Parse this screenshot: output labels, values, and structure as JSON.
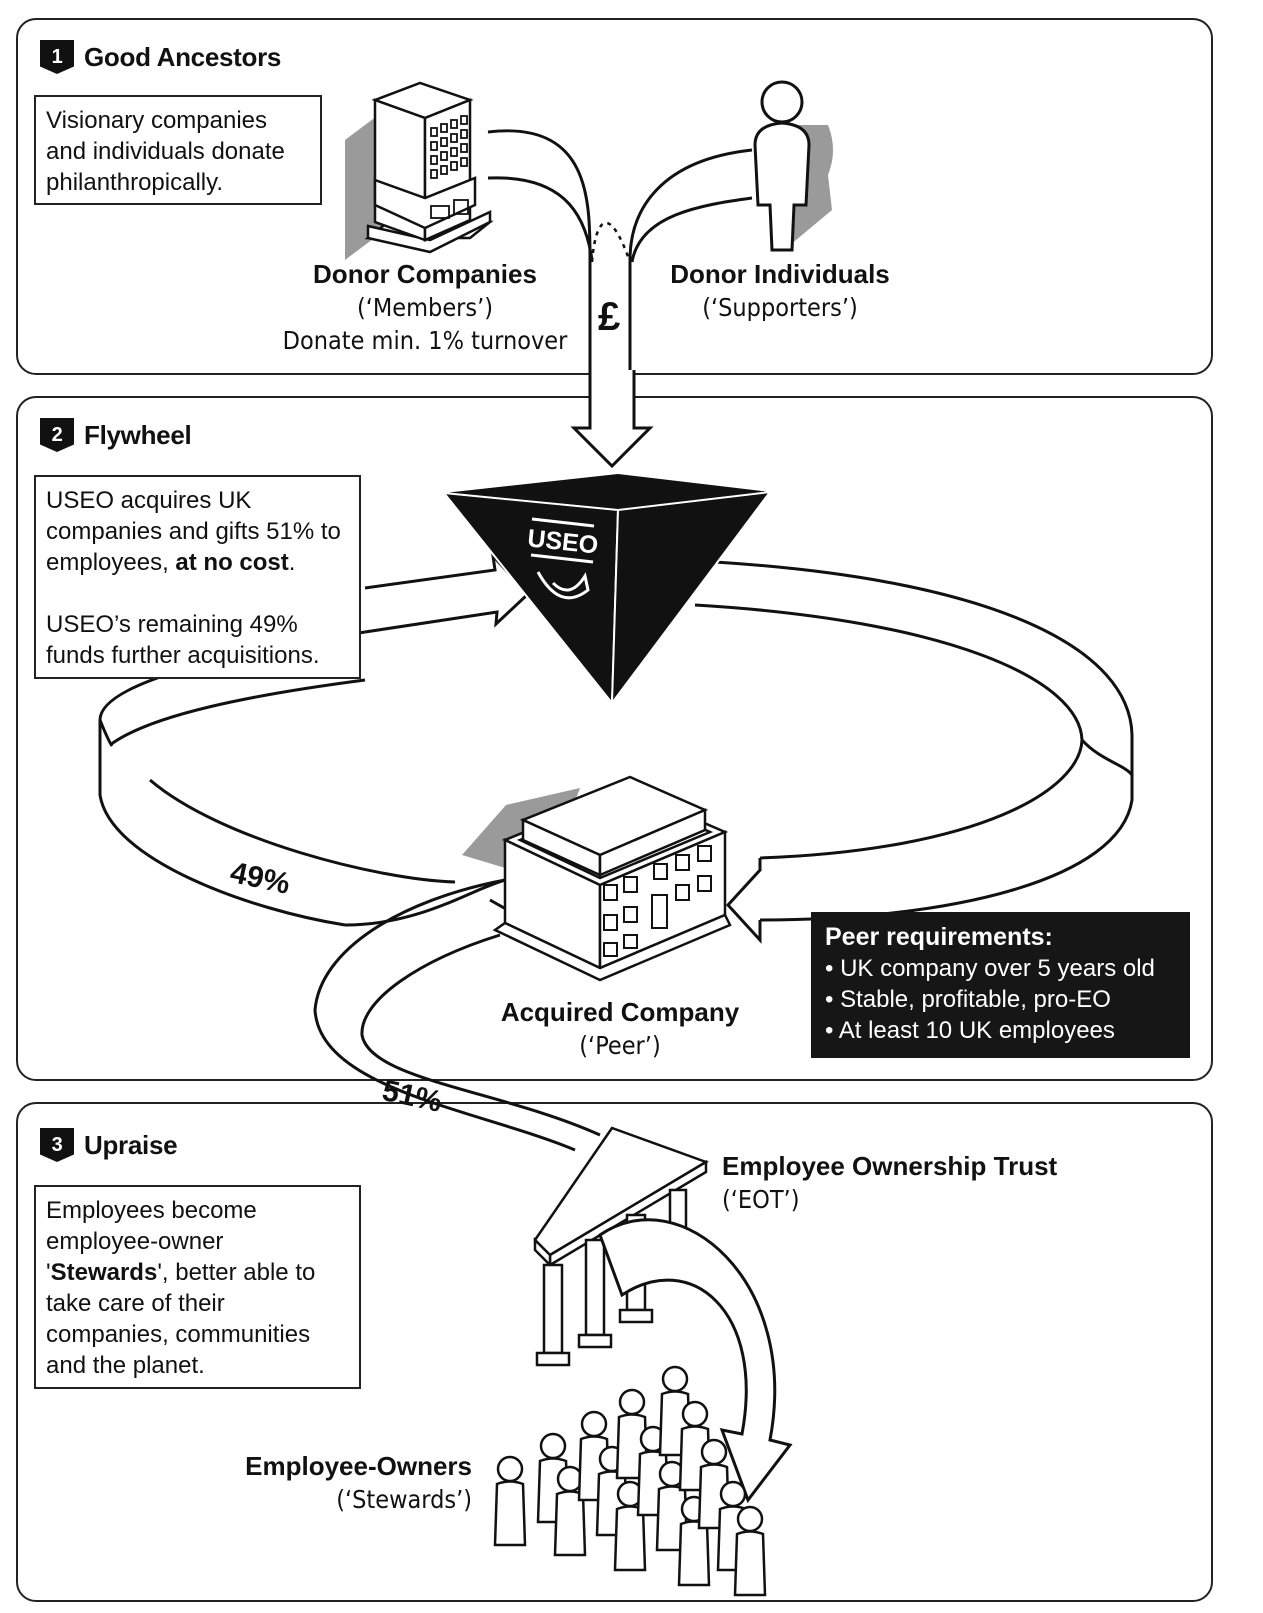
{
  "sections": [
    {
      "number": "1",
      "title": "Good Ancestors",
      "description": "Visionary companies and individuals donate philanthropically."
    },
    {
      "number": "2",
      "title": "Flywheel",
      "description_line1_start": "USEO acquires UK companies and gifts 51% to employees, ",
      "description_line1_bold": "at no cost",
      "description_line1_end": ".",
      "description_line2": "USEO’s remaining 49% funds further acquisitions."
    },
    {
      "number": "3",
      "title": "Upraise",
      "description_start": "Employees become employee-owner '",
      "description_bold": "Stewards",
      "description_end": "', better able to take care of their companies, communities and the planet."
    }
  ],
  "donor_companies": {
    "title": "Donor Companies",
    "subtitle": "(‘Members’)",
    "note": "Donate min. 1% turnover"
  },
  "donor_individuals": {
    "title": "Donor Individuals",
    "subtitle": "(‘Supporters’)"
  },
  "currency_symbol": "£",
  "useo_logo_text": "USEO",
  "acquired_company": {
    "title": "Acquired Company",
    "subtitle": "(‘Peer’)"
  },
  "peer_requirements": {
    "title": "Peer requirements:",
    "items": [
      "• UK company over 5 years old",
      "• Stable, profitable, pro-EO",
      "• At least 10 UK employees"
    ]
  },
  "flow_percentages": {
    "useo_share": "49%",
    "employee_share": "51%"
  },
  "eot": {
    "title": "Employee Ownership Trust",
    "subtitle": "(‘EOT’)"
  },
  "employee_owners": {
    "title": "Employee-Owners",
    "subtitle": "(‘Stewards’)"
  },
  "colors": {
    "ink": "#111111",
    "shadow": "#9a9a9a",
    "paper": "#ffffff"
  },
  "icons": [
    "office-tower-icon",
    "person-icon",
    "pyramid-icon",
    "office-building-icon",
    "temple-icon",
    "crowd-icon"
  ]
}
